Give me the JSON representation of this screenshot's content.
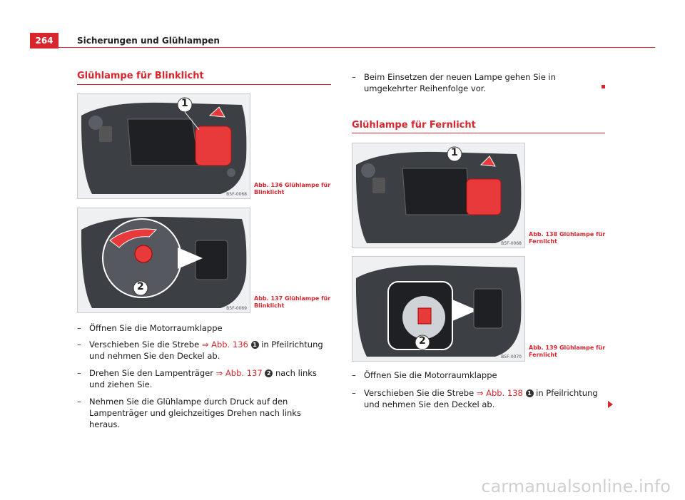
{
  "header": {
    "page_number": "264",
    "title": "Sicherungen und Glühlampen"
  },
  "left": {
    "section_title": "Glühlampe für Blinklicht",
    "figures": [
      {
        "caption_line1": "Abb. 136   Glühlampe für",
        "caption_line2": "Blinklicht",
        "code": "B5F-0068",
        "callout": "1"
      },
      {
        "caption_line1": "Abb. 137   Glühlampe für",
        "caption_line2": "Blinklicht",
        "code": "B5F-0069",
        "callout": "2"
      }
    ],
    "steps": [
      {
        "dash": "–",
        "text_pre": "Öffnen Sie die Motorraumklappe"
      },
      {
        "dash": "–",
        "text_pre": "Verschieben Sie die Strebe ",
        "ref": "⇒ Abb. 136",
        "badge": "1",
        "text_post": " in Pfeilrichtung und nehmen Sie den Deckel ab."
      },
      {
        "dash": "–",
        "text_pre": "Drehen Sie den Lampenträger ",
        "ref": "⇒ Abb. 137",
        "badge": "2",
        "text_post": " nach links und ziehen Sie."
      },
      {
        "dash": "–",
        "text_pre": "Nehmen Sie die Glühlampe durch Druck auf den Lampenträger und gleichzeitiges Drehen nach links heraus."
      }
    ]
  },
  "right": {
    "top_step": {
      "dash": "–",
      "text": "Beim Einsetzen der neuen Lampe gehen Sie in umgekehrter Reihenfolge vor."
    },
    "section_title": "Glühlampe für Fernlicht",
    "figures": [
      {
        "caption_line1": "Abb. 138   Glühlampe für",
        "caption_line2": "Fernlicht",
        "code": "B5F-0068",
        "callout": "1"
      },
      {
        "caption_line1": "Abb. 139   Glühlampe für",
        "caption_line2": "Fernlicht",
        "code": "B5F-0070",
        "callout": "2"
      }
    ],
    "steps": [
      {
        "dash": "–",
        "text_pre": "Öffnen Sie die Motorraumklappe"
      },
      {
        "dash": "–",
        "text_pre": "Verschieben Sie die Strebe ",
        "ref": "⇒ Abb. 138",
        "badge": "1",
        "text_post": " in Pfeilrichtung und nehmen Sie den Deckel ab."
      }
    ]
  },
  "watermark": "carmanualsonline.info",
  "colors": {
    "accent": "#d8262e",
    "figure_bg": "#eef0f2",
    "highlight": "#e83a3a"
  }
}
